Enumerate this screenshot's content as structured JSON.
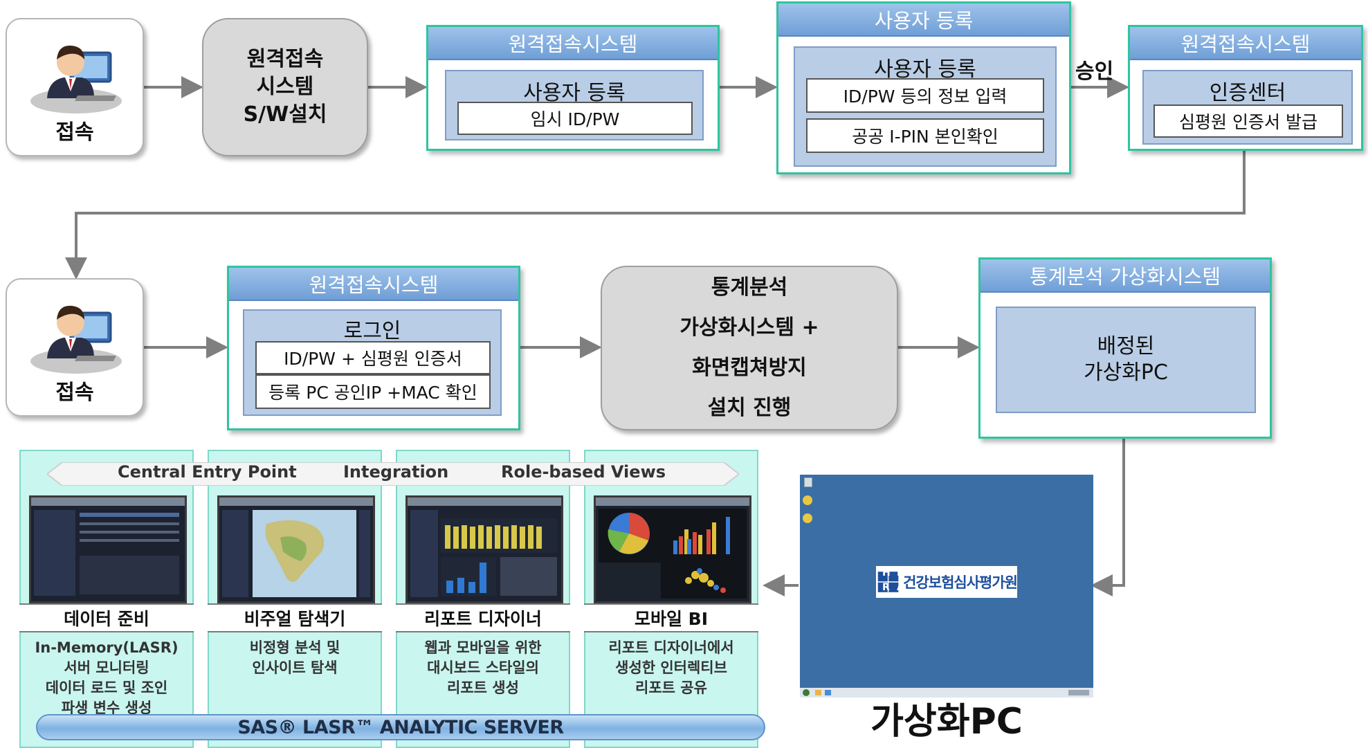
{
  "row1": {
    "user": {
      "label": "접속"
    },
    "install": {
      "lines": [
        "원격접속",
        "시스템",
        "S/W설치"
      ]
    },
    "panel1": {
      "header": "원격접속시스템",
      "title": "사용자 등록",
      "field": "임시 ID/PW"
    },
    "panel2": {
      "header": "사용자 등록",
      "title": "사용자 등록",
      "fields": [
        "ID/PW 등의 정보 입력",
        "공공 I-PIN 본인확인"
      ]
    },
    "approval": "승인",
    "panel3": {
      "header": "원격접속시스템",
      "title": "인증센터",
      "field": "심평원 인증서 발급"
    }
  },
  "row2": {
    "user": {
      "label": "접속"
    },
    "panel": {
      "header": "원격접속시스템",
      "title": "로그인",
      "fields": [
        "ID/PW + 심평원 인증서",
        "등록 PC 공인IP +MAC 확인"
      ]
    },
    "process": {
      "lines": [
        "통계분석",
        "가상화시스템 +",
        "화면캡쳐방지",
        "설치 진행"
      ]
    },
    "virtual_panel": {
      "header": "통계분석 가상화시스템",
      "lines": [
        "배정된",
        "가상화PC"
      ]
    }
  },
  "sas": {
    "ribbon": [
      "Central Entry Point",
      "Integration",
      "Role-based Views"
    ],
    "features": [
      {
        "title": "데이터 준비",
        "desc": [
          "In-Memory(LASR)",
          "서버 모니터링",
          "데이터 로드 및 조인",
          "파생 변수 생성"
        ]
      },
      {
        "title": "비주얼 탐색기",
        "desc": [
          "비정형 분석 및",
          "인사이트 탐색"
        ]
      },
      {
        "title": "리포트 디자이너",
        "desc": [
          "웹과 모바일을 위한",
          "대시보드 스타일의",
          "리포트 생성"
        ]
      },
      {
        "title": "모바일 BI",
        "desc": [
          "리포트 디자이너에서",
          "생성한 인터렉티브",
          "리포트 공유"
        ]
      }
    ],
    "server": "SAS® LASR™ ANALYTIC SERVER"
  },
  "virtual_pc": {
    "logo_letters": [
      "H",
      "I",
      "R",
      "A"
    ],
    "org_name": "건강보험심사평가원",
    "caption": "가상화PC"
  },
  "colors": {
    "panel_border": "#2fc4a0",
    "panel_header": "#7aa6db",
    "inner_fill": "#b9cde6",
    "desktop": "#3b6ea5",
    "arrow": "#7f7f7f"
  }
}
